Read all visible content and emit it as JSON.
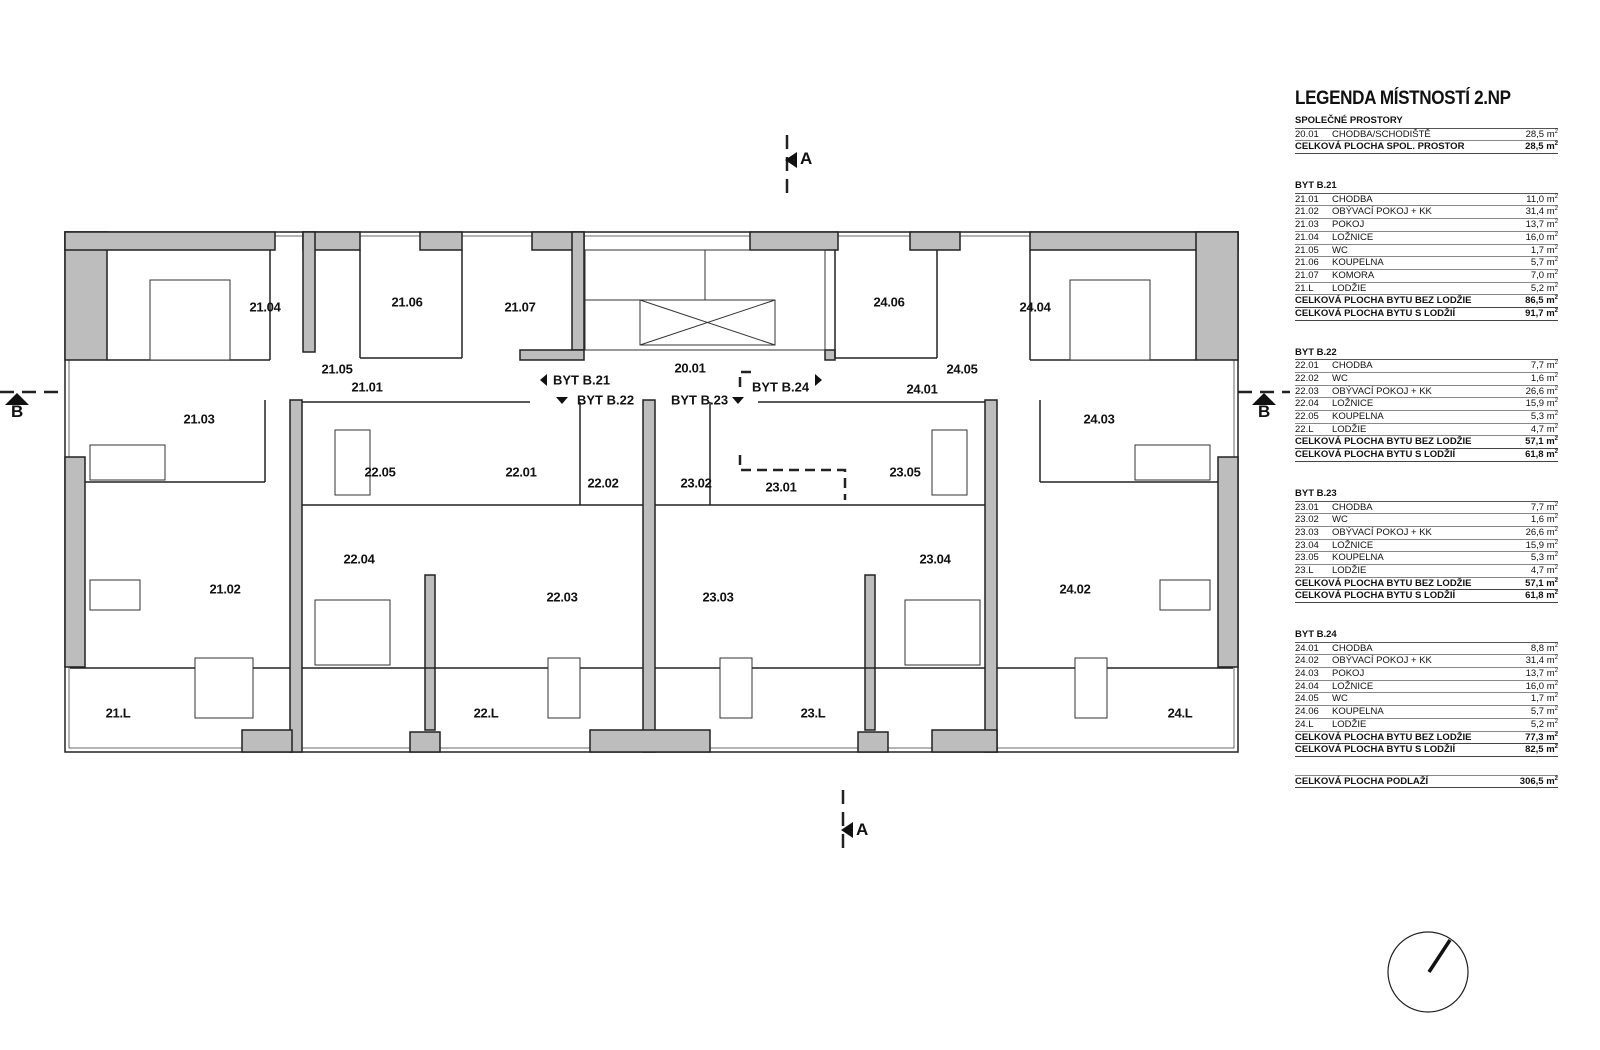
{
  "legend": {
    "title": "LEGENDA MÍSTNOSTÍ 2.NP",
    "unit": "m",
    "unit_exp": "2",
    "sections": [
      {
        "heading": "SPOLEČNÉ PROSTORY",
        "rows": [
          {
            "code": "20.01",
            "name": "CHODBA/SCHODIŠTĚ",
            "value": "28,5"
          }
        ],
        "totals": [
          {
            "name": "CELKOVÁ PLOCHA SPOL. PROSTOR",
            "value": "28,5"
          }
        ]
      },
      {
        "heading": "BYT B.21",
        "rows": [
          {
            "code": "21.01",
            "name": "CHODBA",
            "value": "11,0"
          },
          {
            "code": "21.02",
            "name": "OBÝVACÍ POKOJ + KK",
            "value": "31,4"
          },
          {
            "code": "21.03",
            "name": "POKOJ",
            "value": "13,7"
          },
          {
            "code": "21.04",
            "name": "LOŽNICE",
            "value": "16,0"
          },
          {
            "code": "21.05",
            "name": "WC",
            "value": "1,7"
          },
          {
            "code": "21.06",
            "name": "KOUPELNA",
            "value": "5,7"
          },
          {
            "code": "21.07",
            "name": "KOMORA",
            "value": "7,0"
          },
          {
            "code": "21.L",
            "name": "LODŽIE",
            "value": "5,2"
          }
        ],
        "totals": [
          {
            "name": "CELKOVÁ PLOCHA BYTU BEZ LODŽIE",
            "value": "86,5"
          },
          {
            "name": "CELKOVÁ PLOCHA BYTU S LODŽIÍ",
            "value": "91,7"
          }
        ]
      },
      {
        "heading": "BYT B.22",
        "rows": [
          {
            "code": "22.01",
            "name": "CHODBA",
            "value": "7,7"
          },
          {
            "code": "22.02",
            "name": "WC",
            "value": "1,6"
          },
          {
            "code": "22.03",
            "name": "OBÝVACÍ POKOJ + KK",
            "value": "26,6"
          },
          {
            "code": "22.04",
            "name": "LOŽNICE",
            "value": "15,9"
          },
          {
            "code": "22.05",
            "name": "KOUPELNA",
            "value": "5,3"
          },
          {
            "code": "22.L",
            "name": "LODŽIE",
            "value": "4,7"
          }
        ],
        "totals": [
          {
            "name": "CELKOVÁ PLOCHA BYTU BEZ LODŽIE",
            "value": "57,1"
          },
          {
            "name": "CELKOVÁ PLOCHA BYTU S LODŽIÍ",
            "value": "61,8"
          }
        ]
      },
      {
        "heading": "BYT B.23",
        "rows": [
          {
            "code": "23.01",
            "name": "CHODBA",
            "value": "7,7"
          },
          {
            "code": "23.02",
            "name": "WC",
            "value": "1,6"
          },
          {
            "code": "23.03",
            "name": "OBÝVACÍ POKOJ + KK",
            "value": "26,6"
          },
          {
            "code": "23.04",
            "name": "LOŽNICE",
            "value": "15,9"
          },
          {
            "code": "23.05",
            "name": "KOUPELNA",
            "value": "5,3"
          },
          {
            "code": "23.L",
            "name": "LODŽIE",
            "value": "4,7"
          }
        ],
        "totals": [
          {
            "name": "CELKOVÁ PLOCHA BYTU BEZ LODŽIE",
            "value": "57,1"
          },
          {
            "name": "CELKOVÁ PLOCHA BYTU S LODŽIÍ",
            "value": "61,8"
          }
        ]
      },
      {
        "heading": "BYT B.24",
        "rows": [
          {
            "code": "24.01",
            "name": "CHODBA",
            "value": "8,8"
          },
          {
            "code": "24.02",
            "name": "OBÝVACÍ POKOJ + KK",
            "value": "31,4"
          },
          {
            "code": "24.03",
            "name": "POKOJ",
            "value": "13,7"
          },
          {
            "code": "24.04",
            "name": "LOŽNICE",
            "value": "16,0"
          },
          {
            "code": "24.05",
            "name": "WC",
            "value": "1,7"
          },
          {
            "code": "24.06",
            "name": "KOUPELNA",
            "value": "5,7"
          },
          {
            "code": "24.L",
            "name": "LODŽIE",
            "value": "5,2"
          }
        ],
        "totals": [
          {
            "name": "CELKOVÁ PLOCHA BYTU BEZ LODŽIE",
            "value": "77,3"
          },
          {
            "name": "CELKOVÁ PLOCHA BYTU S LODŽIÍ",
            "value": "82,5"
          }
        ]
      }
    ],
    "grand_total": {
      "name": "CELKOVÁ PLOCHA PODLAŽÍ",
      "value": "306,5"
    }
  },
  "rooms": [
    "21.04",
    "21.05",
    "21.06",
    "21.07",
    "24.06",
    "24.05",
    "24.04",
    "21.01",
    "20.01",
    "24.01",
    "21.03",
    "24.03",
    "22.05",
    "22.01",
    "22.02",
    "23.02",
    "23.01",
    "23.05",
    "22.04",
    "23.04",
    "21.02",
    "22.03",
    "23.03",
    "24.02",
    "21.L",
    "22.L",
    "23.L",
    "24.L"
  ],
  "apartments": [
    "BYT B.21",
    "BYT B.22",
    "BYT B.23",
    "BYT B.24"
  ],
  "section_marks": {
    "a": "A",
    "b": "B"
  }
}
